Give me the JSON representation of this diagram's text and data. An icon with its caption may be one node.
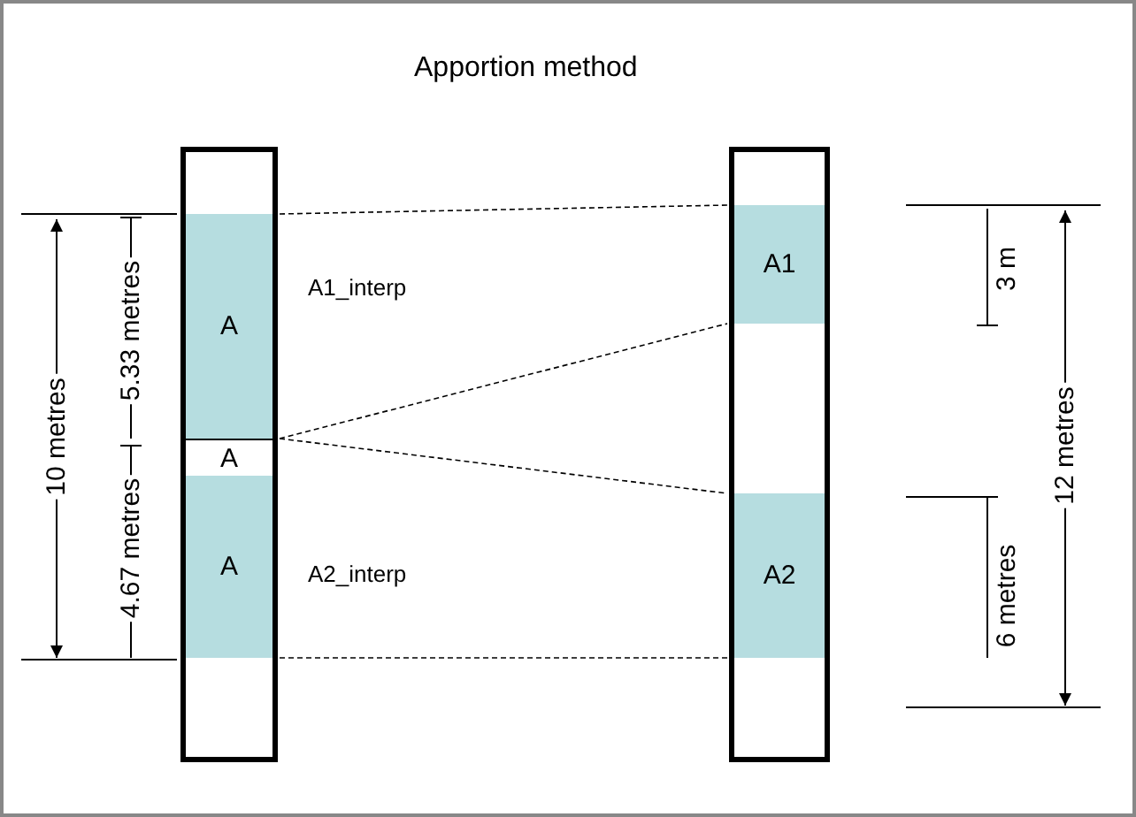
{
  "diagram": {
    "title": "Apportion method",
    "nodes": [
      {
        "text": [],
        "shape": "bar"
      },
      {
        "text": [
          "A"
        ],
        "in": 0
      },
      {
        "text": [
          "A"
        ],
        "in": 0
      },
      {
        "text": [
          "A"
        ],
        "in": 0
      },
      {
        "text": [],
        "shape": "bar"
      },
      {
        "text": [
          "A1"
        ],
        "in": 4
      },
      {
        "text": [
          "A2"
        ],
        "in": 4
      }
    ],
    "edges": [
      {
        "from": 1,
        "to": 5,
        "arrow": "none",
        "style": "dashed"
      },
      {
        "from": 2,
        "to": 5,
        "arrow": "none",
        "style": "dashed"
      },
      {
        "from": 2,
        "to": 6,
        "arrow": "none",
        "style": "dashed"
      },
      {
        "from": 3,
        "to": 6,
        "arrow": "none",
        "style": "dashed"
      }
    ],
    "labels": [
      "A1_interp",
      "A2_interp",
      "10 metres",
      "5.33 metres",
      "4.67 metres",
      "3 m",
      "12 metres",
      "6 metres"
    ]
  }
}
